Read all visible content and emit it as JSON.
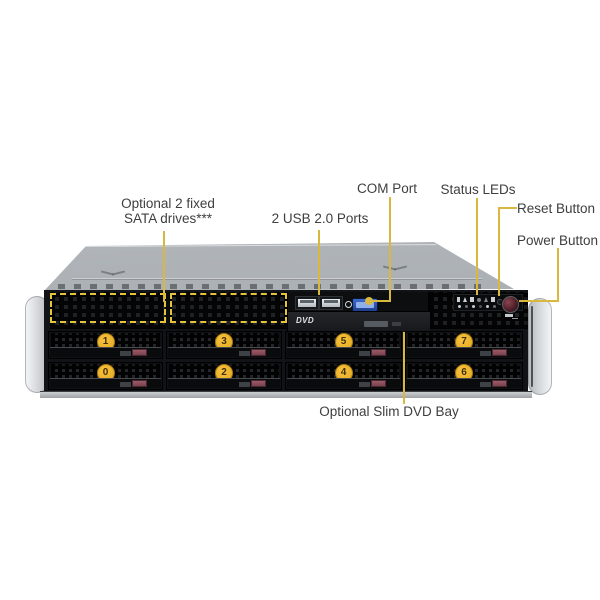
{
  "diagram": {
    "title_hidden": "",
    "labels": {
      "sata": "Optional 2 fixed\nSATA drives***",
      "usb": "2 USB 2.0 Ports",
      "com": "COM Port",
      "status_leds": "Status LEDs",
      "reset": "Reset Button",
      "power": "Power Button",
      "dvd_bay": "Optional Slim DVD Bay"
    },
    "dvd_logo": "DVD",
    "bays": [
      {
        "label": "1"
      },
      {
        "label": "3"
      },
      {
        "label": "5"
      },
      {
        "label": "7"
      },
      {
        "label": "0"
      },
      {
        "label": "2"
      },
      {
        "label": "4"
      },
      {
        "label": "6"
      }
    ],
    "colors": {
      "callout_yellow": "#d9b840",
      "dashed_highlight": "#e6c33c",
      "bay_number_badge": "#f0b02d",
      "drive_latch": "#8c4f5c",
      "com_port_blue": "#3c6ad0",
      "chassis_dark": "#121316",
      "lid_gray": "#b4b8bc"
    }
  }
}
